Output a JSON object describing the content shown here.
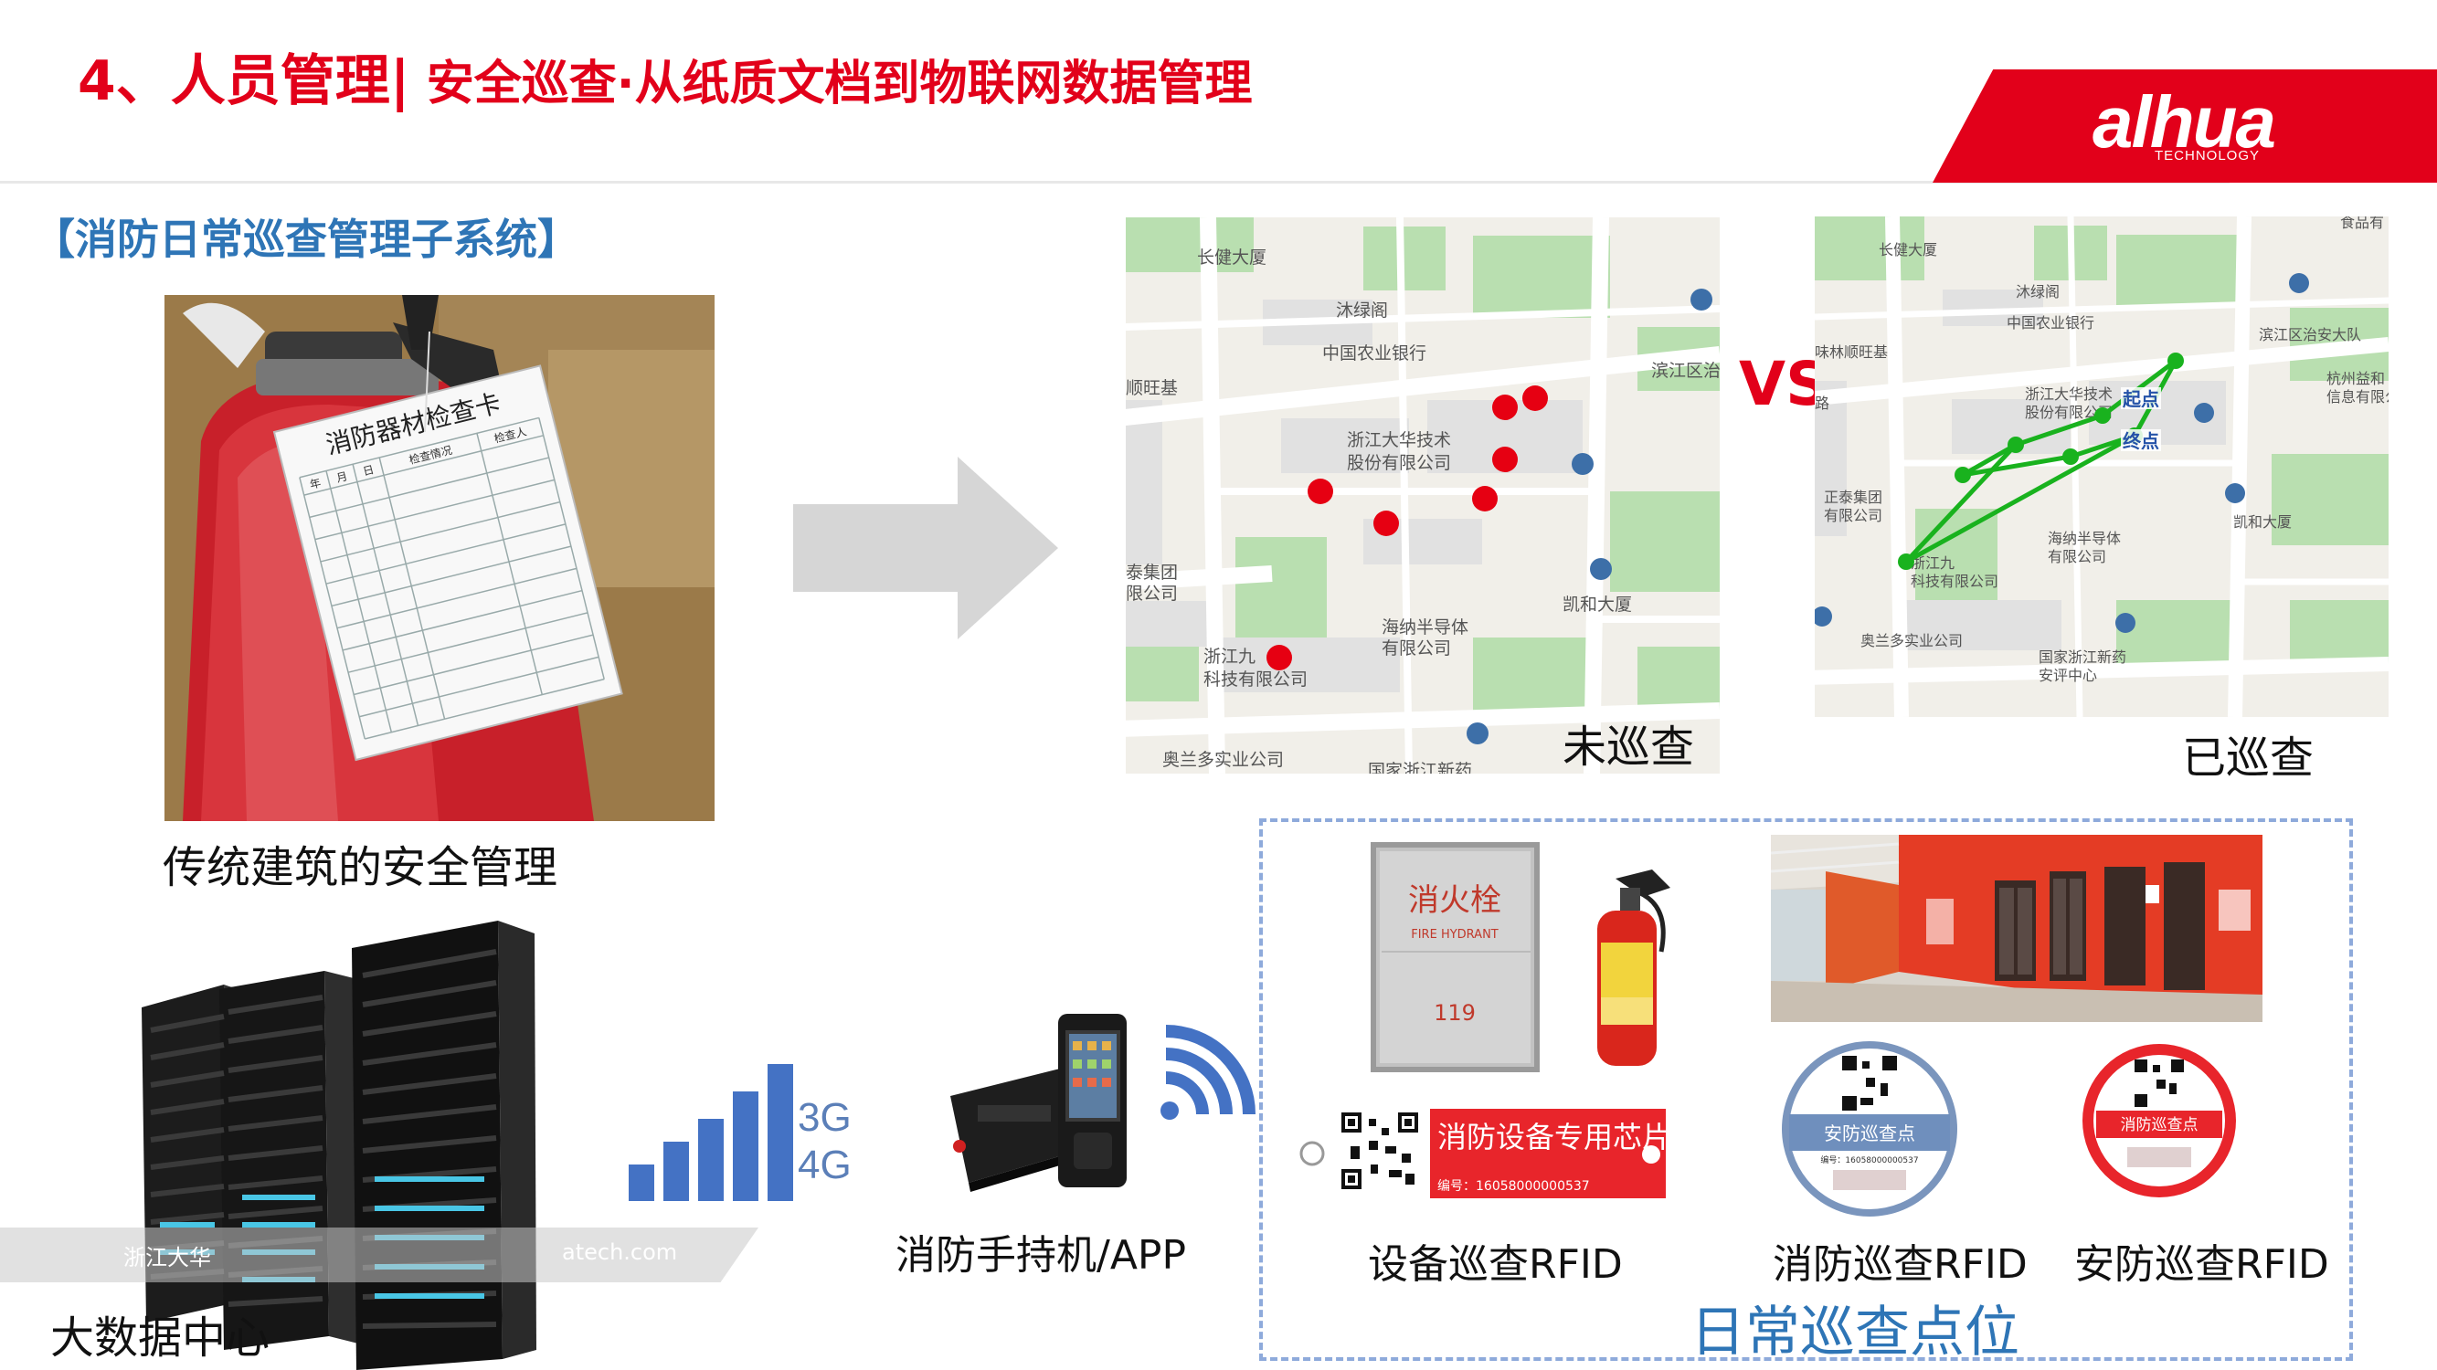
{
  "header": {
    "title": "4、人员管理|",
    "subtitle": " 安全巡查·从纸质文档到物联网数据管理",
    "logo_text": "alhua",
    "logo_sub": "TECHNOLOGY"
  },
  "section_title": "【消防日常巡查管理子系统】",
  "left_photo": {
    "card_title": "消防器材检查卡",
    "card_headers": [
      "年",
      "月",
      "日",
      "检查情况",
      "检查人"
    ],
    "caption": "传统建筑的安全管理"
  },
  "map_unpatrolled": {
    "labels": [
      "长健大厦",
      "沐绿阁",
      "中国农业银行",
      "顺旺基",
      "浙江大华技术",
      "股份有限公司",
      "滨江区治",
      "泰集团",
      "限公司",
      "海纳半导体",
      "有限公司",
      "凯和大厦",
      "浙江九",
      "科技有限公司",
      "奥兰多实业公司",
      "国家浙江新药"
    ],
    "caption": "未巡查"
  },
  "vs_label": "VS",
  "map_patrolled": {
    "labels": [
      "长健大厦",
      "沐绿阁",
      "中国农业银行",
      "味林顺旺基",
      "滨江区治安大队",
      "杭州益和",
      "信息有限公",
      "浙江大华技术",
      "股份有限公司",
      "起点",
      "终点",
      "正泰集团",
      "有限公司",
      "凯和大厦",
      "海纳半导体",
      "有限公司",
      "浙江九",
      "科技有限公司",
      "奥兰多实业公司",
      "国家浙江新药",
      "安评中心",
      "食品有",
      "路"
    ],
    "caption": "已巡查"
  },
  "datacenter": {
    "caption": "大数据中心",
    "watermark_left": "浙江大华",
    "watermark_right": "atech.com"
  },
  "network": {
    "line1": "3G",
    "line2": "4G"
  },
  "handheld": {
    "caption": "消防手持机/APP"
  },
  "patrol_points": {
    "hydrant_label": "消火栓",
    "hydrant_en": "FIRE HYDRANT",
    "hydrant_num": "119",
    "chip_label": "消防设备专用芯片",
    "chip_serial": "编号：16058000000537",
    "device_caption": "设备巡查RFID",
    "fire_tag_label": "安防巡查点",
    "fire_tag_serial": "编号：16058000000537",
    "fire_caption": "消防巡查RFID",
    "security_tag_label": "消防巡查点",
    "security_caption": "安防巡查RFID",
    "title": "日常巡查点位"
  },
  "colors": {
    "brand_red": "#e2001a",
    "accent_blue": "#2e75b6",
    "route_green": "#19b21e",
    "marker_red": "#e60012",
    "dashed_border": "#8eaadb"
  }
}
